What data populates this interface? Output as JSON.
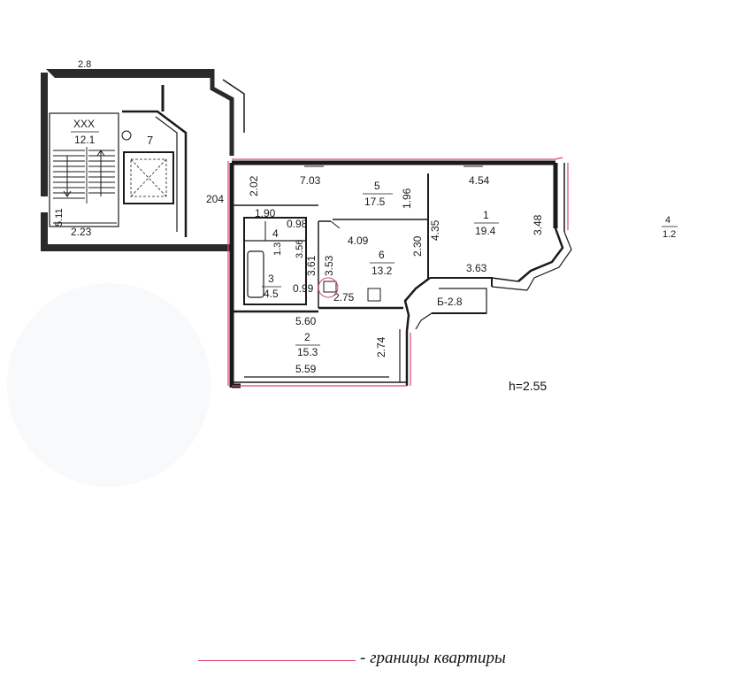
{
  "plan": {
    "height_label": "h=2.55",
    "legend_label": "- границы квартиры",
    "legend_color": "#d9486a",
    "neighbor": {
      "number": "4",
      "area": "1.2"
    },
    "stairwell": {
      "name": "XXX",
      "area": "12.1",
      "room7": "7",
      "dim_top": "2.8",
      "dim_left": "5.11",
      "dim_bottom": "2.23"
    },
    "rooms": [
      {
        "number": "1",
        "area": "19.4"
      },
      {
        "number": "2",
        "area": "15.3"
      },
      {
        "number": "3",
        "area": "4.5"
      },
      {
        "number": "4",
        "area": "1.3"
      },
      {
        "number": "5",
        "area": "17.5"
      },
      {
        "number": "6",
        "area": "13.2"
      }
    ],
    "balcony": "Б-2.8",
    "dimensions": {
      "d204": "204",
      "d202": "2.02",
      "d703": "7.03",
      "d196": "1.96",
      "d454": "4.54",
      "d348": "3.48",
      "d190": "1.90",
      "d098a": "0.98",
      "d409": "4.09",
      "d356": "3.56",
      "d361": "3.61",
      "d353": "3.53",
      "d230": "2.30",
      "d435": "4.35",
      "d363": "3.63",
      "d099": "0.99",
      "d275": "2.75",
      "d560": "5.60",
      "d274": "2.74",
      "d559": "5.59"
    }
  }
}
